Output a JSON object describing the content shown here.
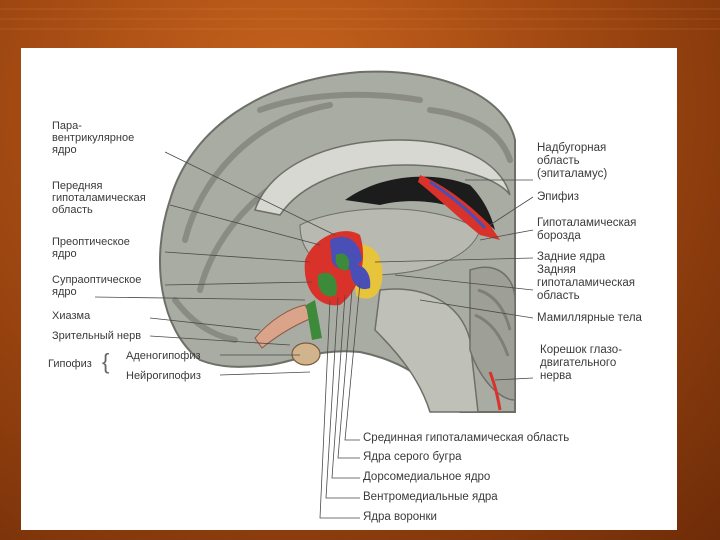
{
  "colors": {
    "background": "#9a4410",
    "panel": "#ffffff",
    "brain_gray": "#a9aca3",
    "nucleus_red": "#d8322a",
    "nucleus_blue": "#4a4fb8",
    "nucleus_green": "#3d8a3a",
    "nucleus_yellow": "#e8c43a",
    "label_text": "#3a3a3a"
  },
  "labels_left": {
    "paraventricular": [
      "Пара-",
      "вентрикулярное",
      "ядро"
    ],
    "anterior_hypothalamic": [
      "Передняя",
      "гипоталамическая",
      "область"
    ],
    "preoptic": [
      "Преоптическое",
      "ядро"
    ],
    "supraoptic": [
      "Супраоптическое",
      "ядро"
    ],
    "chiasm": "Хиазма",
    "optic_nerve": "Зрительный нерв",
    "hypophysis": "Гипофиз",
    "adenohypophysis": "Аденогипофиз",
    "neurohypophysis": "Нейрогипофиз"
  },
  "labels_right": {
    "epithalamus": [
      "Надбугорная",
      "область",
      "(эпиталамус)"
    ],
    "epiphysis": "Эпифиз",
    "hypothalamic_sulcus": [
      "Гипоталамическая",
      "борозда"
    ],
    "posterior_nuclei": "Задние ядра",
    "posterior_area": [
      "Задняя",
      "гипоталамическая",
      "область"
    ],
    "mamillary": "Мамиллярные тела",
    "oculomotor": [
      "Корешок глазо-",
      "двигательного",
      "нерва"
    ]
  },
  "labels_bottom": {
    "median_area": "Срединная гипоталамическая область",
    "tuber_nuclei": "Ядра серого бугра",
    "dorsomedial": "Дорсомедиальное ядро",
    "ventromedial": "Вентромедиальные ядра",
    "infundibular": "Ядра воронки"
  }
}
